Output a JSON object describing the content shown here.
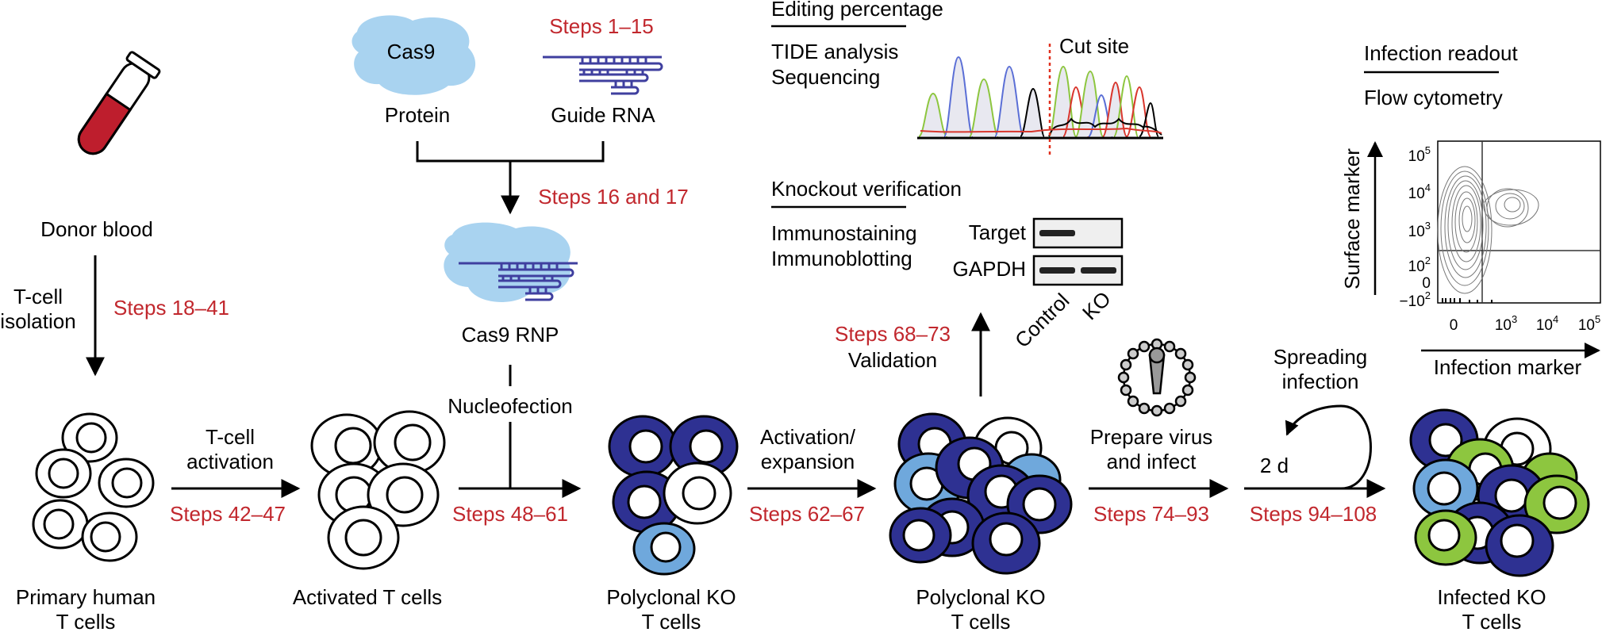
{
  "labels": {
    "donor_blood": "Donor blood",
    "t_cell_isolation_line1": "T-cell",
    "t_cell_isolation_line2": "isolation",
    "primary_cells_line1": "Primary human",
    "primary_cells_line2": "T cells",
    "t_cell_activation_line1": "T-cell",
    "t_cell_activation_line2": "activation",
    "activated_cells": "Activated T cells",
    "cas9": "Cas9",
    "protein": "Protein",
    "guide_rna": "Guide RNA",
    "cas9_rnp": "Cas9 RNP",
    "nucleofection": "Nucleofection",
    "polyclonal_ko_line1": "Polyclonal KO",
    "polyclonal_ko_line2": "T cells",
    "activation_expansion_line1": "Activation/",
    "activation_expansion_line2": "expansion",
    "validation": "Validation",
    "prepare_virus_line1": "Prepare virus",
    "prepare_virus_line2": "and infect",
    "spreading_line1": "Spreading",
    "spreading_line2": "infection",
    "two_days": "2 d",
    "infected_ko_line1": "Infected KO",
    "infected_ko_line2": "T cells"
  },
  "steps": {
    "s1_15": "Steps 1–15",
    "s16_17": "Steps 16 and 17",
    "s18_41": "Steps 18–41",
    "s42_47": "Steps 42–47",
    "s48_61": "Steps 48–61",
    "s62_67": "Steps 62–67",
    "s68_73": "Steps 68–73",
    "s74_93": "Steps 74–93",
    "s94_108": "Steps 94–108"
  },
  "editing": {
    "title": "Editing percentage",
    "line1": "TIDE analysis",
    "line2": "Sequencing",
    "cut_site": "Cut site"
  },
  "knockout": {
    "title": "Knockout verification",
    "line1": "Immunostaining",
    "line2": "Immunoblotting",
    "target": "Target",
    "gapdh": "GAPDH",
    "control": "Control",
    "ko": "KO"
  },
  "infection": {
    "title": "Infection readout",
    "method": "Flow cytometry",
    "ylabel": "Surface marker",
    "xlabel": "Infection marker",
    "y_ticks": [
      {
        "base": "10",
        "exp": "5"
      },
      {
        "base": "10",
        "exp": "4"
      },
      {
        "base": "10",
        "exp": "3"
      },
      {
        "base": "10",
        "exp": "2"
      },
      {
        "base": "0",
        "exp": ""
      },
      {
        "base": "−10",
        "exp": "2"
      }
    ],
    "x_ticks": [
      {
        "base": "0",
        "exp": ""
      },
      {
        "base": "10",
        "exp": "3"
      },
      {
        "base": "10",
        "exp": "4"
      },
      {
        "base": "10",
        "exp": "5"
      }
    ]
  },
  "colors": {
    "step_red": "#c1272d",
    "ko_dark_blue": "#2e3192",
    "light_blue": "#6fa8dc",
    "infected_green": "#8dc63f",
    "cas9_blue": "#a9d3f0",
    "guide_rna_purple": "#3f3f9f",
    "blood_red": "#be1e2d"
  }
}
